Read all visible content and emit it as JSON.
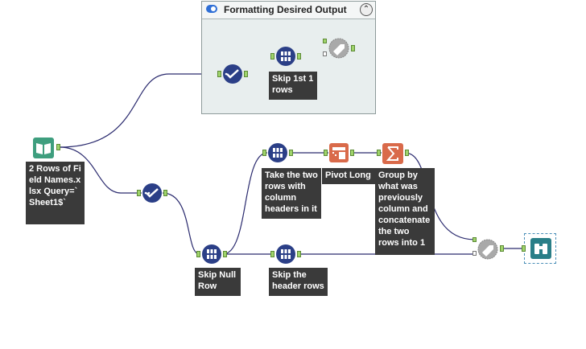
{
  "container": {
    "title": "Formatting Desired Output",
    "collapse_symbol": "⌃"
  },
  "tools": {
    "input": {
      "label": "2 Rows of Field Names.xlsx Query=`Sheet1$`",
      "label_display": "2 Rows of\nField\nNames.xlsx\nQuery=`She\net1$`"
    },
    "select_main": {
      "icon": "select-check-icon"
    },
    "skip_null": {
      "label": "Skip Null Row"
    },
    "take_two": {
      "label": "Take the two rows with column headers in it"
    },
    "pivot_long": {
      "label": "Pivot Long"
    },
    "group_by": {
      "label": "Group by what was previously column and concatenate the two rows into 1"
    },
    "skip_header": {
      "label": "Skip the header rows"
    },
    "skip_first": {
      "label": "Skip 1st 1 rows"
    },
    "select_container": {
      "icon": "select-check-icon"
    },
    "join_container": {
      "icon": "dynamic-rename-icon"
    },
    "join_main": {
      "icon": "dynamic-rename-icon"
    },
    "browse": {
      "icon": "binoculars-icon"
    }
  },
  "colors": {
    "tool_blue": "#2b3f87",
    "input_green": "#3e9e7e",
    "transform_orange": "#d96a4a",
    "wire": "#2a2a6e",
    "label_bg": "#3a3a3a",
    "browse_teal": "#2a7f88"
  }
}
